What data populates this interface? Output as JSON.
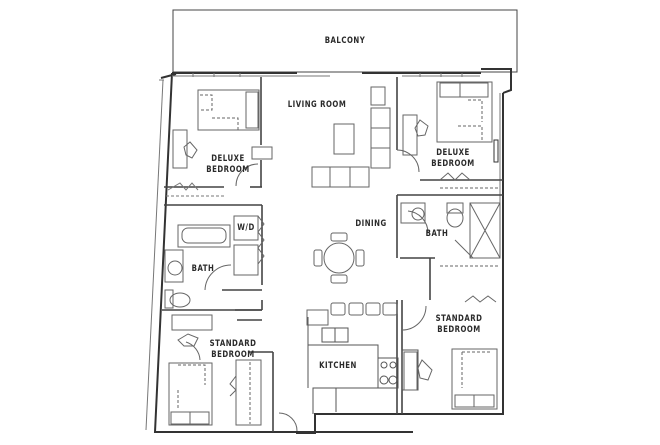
{
  "floorplan": {
    "rooms": {
      "balcony": {
        "label": "BALCONY"
      },
      "living_room": {
        "label": "LIVING ROOM"
      },
      "deluxe_bedroom_left": {
        "line1": "DELUXE",
        "line2": "BEDROOM"
      },
      "deluxe_bedroom_right": {
        "line1": "DELUXE",
        "line2": "BEDROOM"
      },
      "dining": {
        "label": "DINING"
      },
      "bath_left": {
        "label": "BATH"
      },
      "bath_right": {
        "label": "BATH"
      },
      "washer_dryer": {
        "label": "W/D"
      },
      "kitchen": {
        "label": "KITCHEN"
      },
      "standard_bedroom_left": {
        "line1": "STANDARD",
        "line2": "BEDROOM"
      },
      "standard_bedroom_right": {
        "line1": "STANDARD",
        "line2": "BEDROOM"
      }
    },
    "colors": {
      "wall": "#3a3a3a",
      "line": "#555555",
      "fixture": "#777777",
      "background": "#ffffff"
    }
  }
}
